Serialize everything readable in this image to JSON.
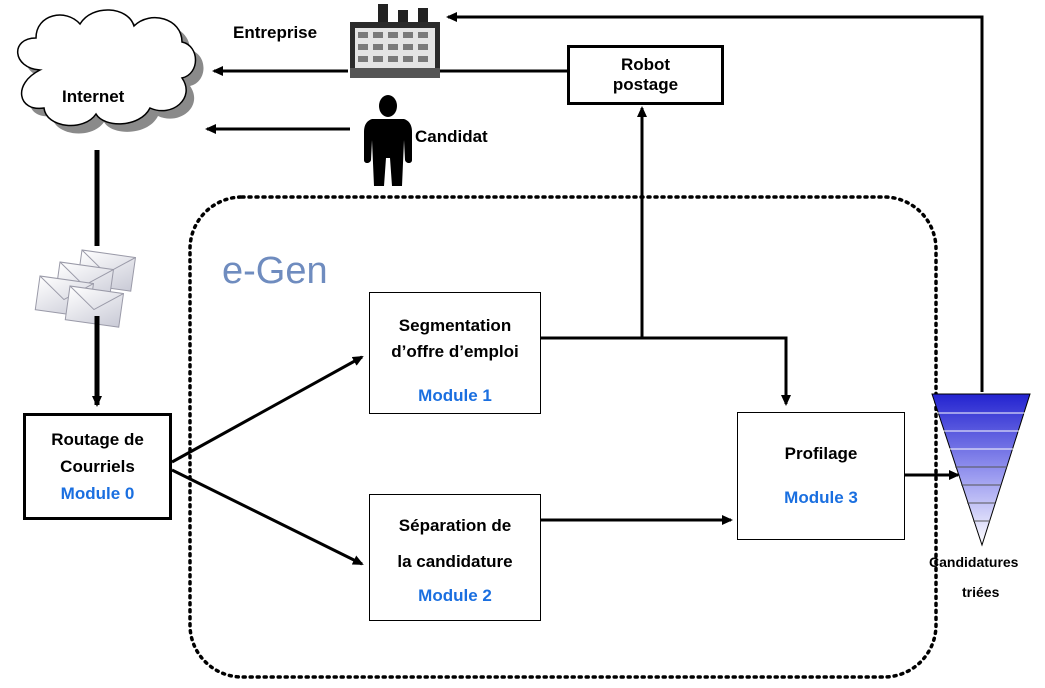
{
  "labels": {
    "internet": "Internet",
    "entreprise": "Entreprise",
    "candidat": "Candidat",
    "robot_line1": "Robot",
    "robot_line2": "postage",
    "egen_logo": "e-Gen",
    "routage_line1": "Routage de",
    "routage_line2": "Courriels",
    "module0": "Module 0",
    "segmentation_line1": "Segmentation",
    "segmentation_line2": "d’offre d’emploi",
    "module1": "Module 1",
    "separation_line1": "Séparation de",
    "separation_line2": "la candidature",
    "module2": "Module 2",
    "profilage": "Profilage",
    "module3": "Module 3",
    "candidatures_line1": "Candidatures",
    "candidatures_line2": "triées"
  },
  "colors": {
    "module_text": "#1a6fe0",
    "funnel_top": "#2a2ad8",
    "funnel_bottom": "#ffffff",
    "cloud_shadow": "#8a8a8a"
  }
}
